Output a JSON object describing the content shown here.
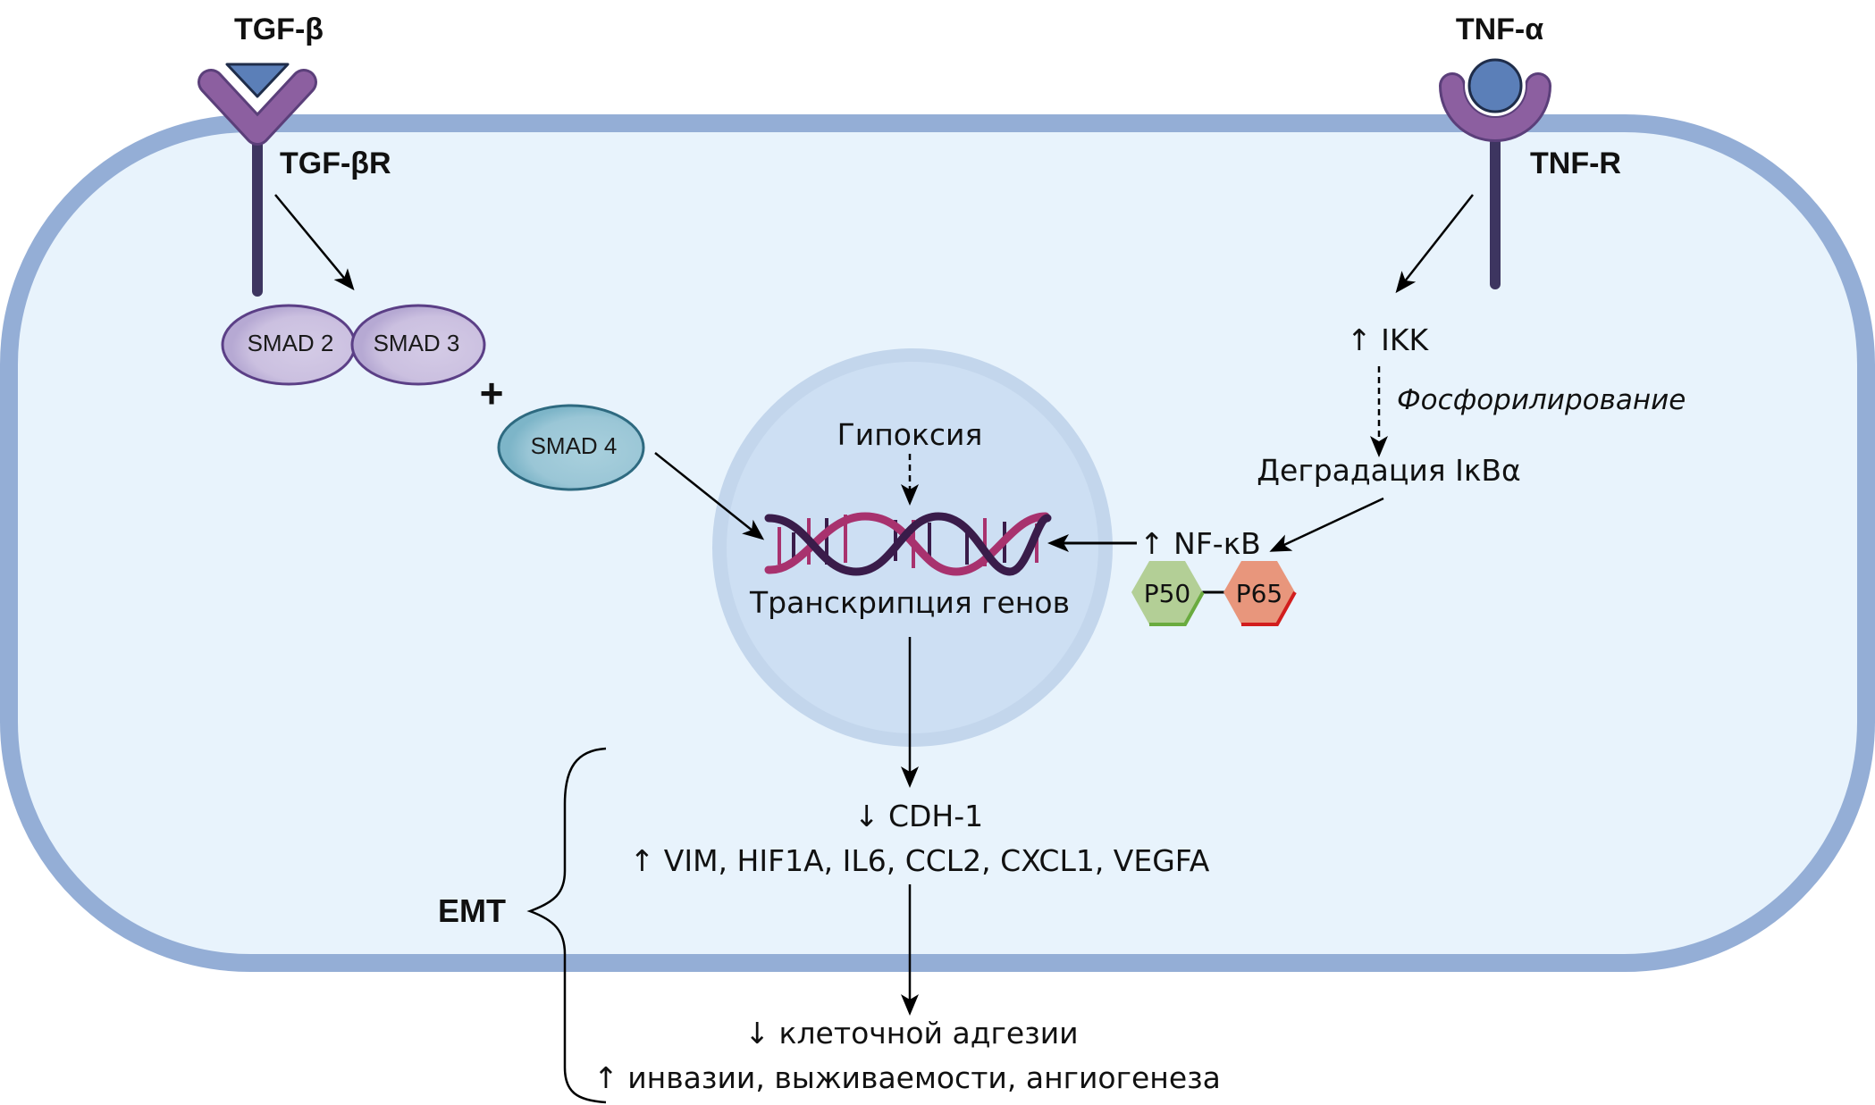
{
  "figure": {
    "colors": {
      "cell_fill": "#e8f3fc",
      "membrane": "#94aed6",
      "nucleus_outer": "#c3d6ec",
      "nucleus_inner": "#cddff3",
      "receptor_purple": "#8c5fa0",
      "receptor_stem": "#3d3560",
      "ligand_blue": "#5b7fb8",
      "smad_purple": "#b5a8d2",
      "smad_purple_stroke": "#5b3f86",
      "smad4_teal": "#7db5c8",
      "smad4_stroke": "#2e6a80",
      "dna_dark": "#3a1c4a",
      "dna_magenta": "#a8326e",
      "p50_fill": "#b3cf96",
      "p50_edge": "#6aab3f",
      "p65_fill": "#e8967c",
      "p65_edge": "#d21d1d"
    },
    "ligands": {
      "tgf_beta": "TGF-β",
      "tnf_alpha": "TNF-α"
    },
    "receptors": {
      "tgf_beta_r": "TGF-βR",
      "tnf_r": "TNF-R"
    },
    "smad": {
      "smad2": "SMAD 2",
      "smad3": "SMAD 3",
      "plus": "+",
      "smad4": "SMAD 4"
    },
    "nucleus": {
      "hypoxia": "Гипоксия",
      "transcription": "Транскрипция генов"
    },
    "nfkb_pathway": {
      "ikk": "↑ IKK",
      "phosphorylation": "Фосфорилирование",
      "ikba_degradation": "Деградация IκBα",
      "nfkb": "↑ NF-κB",
      "p50": "P50",
      "p65": "P65"
    },
    "outputs": {
      "cdh1": "↓ CDH-1",
      "genes_up": "↑ VIM, HIF1A, IL6, CCL2, CXCL1, VEGFA",
      "adhesion_down": "↓ клеточной адгезии",
      "invasion_up": "↑ инвазии, выживаемости, ангиогенеза"
    },
    "emt_label": "EMT"
  }
}
